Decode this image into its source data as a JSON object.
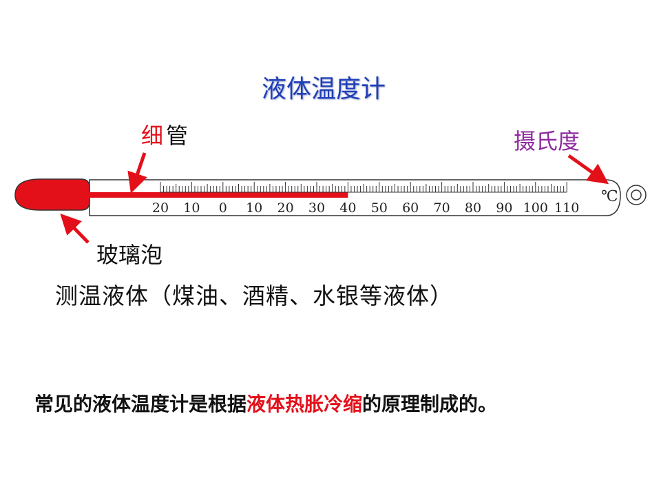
{
  "title": "液体温度计",
  "labels": {
    "tube_red": "细",
    "tube_black": "管",
    "celsius": "摄氏度",
    "bulb": "玻璃泡",
    "liquids": "测温液体（煤油、酒精、水银等液体）"
  },
  "scale": {
    "ticks": [
      "20",
      "10",
      "0",
      "10",
      "20",
      "30",
      "40",
      "50",
      "60",
      "70",
      "80",
      "90",
      "100",
      "110"
    ],
    "unit": "℃",
    "liquid_reading": 40
  },
  "summary": {
    "part1": "常见的液体温度计是根据",
    "highlight": "液体热胀冷缩",
    "part2": "的原理制成的。"
  },
  "colors": {
    "title": "#1f3fb8",
    "liquid": "#e3101a",
    "celsius_label": "#8d2a9e",
    "arrow": "#e3101a"
  }
}
